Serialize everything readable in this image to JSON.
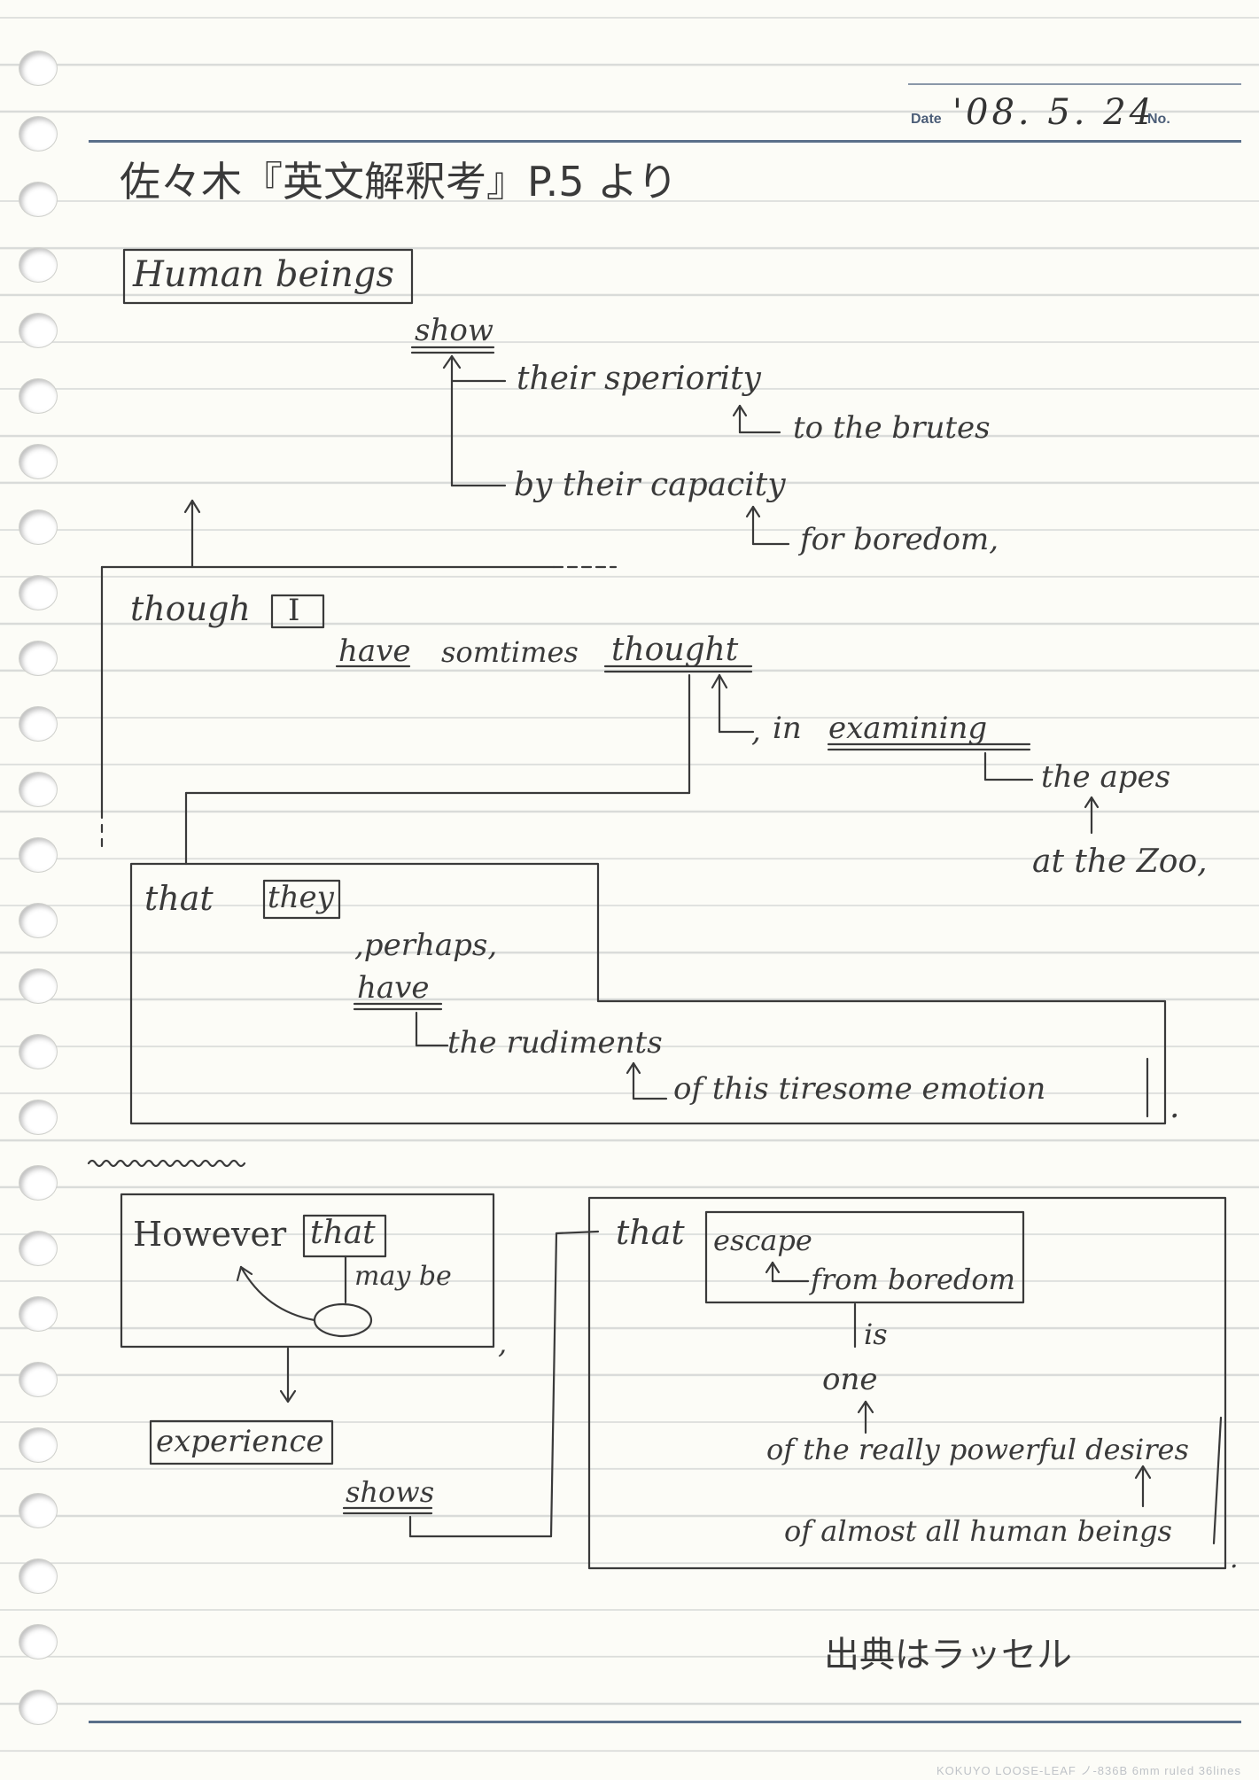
{
  "header": {
    "date_label": "Date",
    "date_value": "'08. 5. 24",
    "no_label": "No.",
    "title": "佐々木『英文解釈考』P.5 より"
  },
  "diagram": {
    "s1_subject": "Human beings",
    "s1_verb": "show",
    "s1_obj": "their speriority",
    "s1_obj_mod": "to the brutes",
    "s1_by": "by their capacity",
    "s1_by_mod": "for boredom,",
    "s2_conj": "though",
    "s2_subject": "I",
    "s2_verb_have": "have",
    "s2_adverb": "somtimes",
    "s2_verb_thought": "thought",
    "s2_in_comma": ",",
    "s2_in": "in",
    "s2_examining": "examining",
    "s2_apes": "the apes",
    "s2_zoo": "at the Zoo,",
    "s3_that": "that",
    "s3_they": "they",
    "s3_perhaps": ",perhaps,",
    "s3_have": "have",
    "s3_rudiments": "the rudiments",
    "s3_emotion": "of this tiresome emotion",
    "s3_period": ".",
    "b1_however": "However",
    "b1_that": "that",
    "b1_may_be": "may be",
    "b1_comma": ",",
    "b2_experience": "experience",
    "b2_shows": "shows",
    "b3_that": "that",
    "b3_escape": "escape",
    "b3_from_boredom": "from boredom",
    "b3_is": "is",
    "b3_one": "one",
    "b3_desires": "of the really powerful desires",
    "b3_human": "of almost all human beings",
    "b3_period": ".",
    "source": "出典はラッセル"
  },
  "footer": {
    "text": "KOKUYO LOOSE-LEAF ノ-836B  6mm ruled  36lines"
  },
  "colors": {
    "ink": "#3a3a3a",
    "rule": "#d9dbd9",
    "blue_rule": "#5a6f8a",
    "paper": "#fcfcf7"
  }
}
